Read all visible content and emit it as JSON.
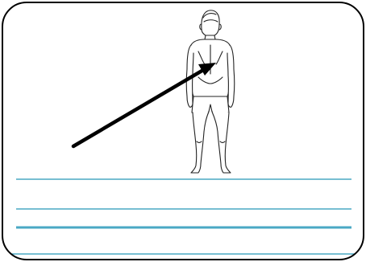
{
  "card": {
    "border_color": "#000000",
    "background": "#ffffff"
  },
  "figure": {
    "subject": "standing-human-back-view",
    "pointer_target": "lower-back",
    "line_color": "#222222",
    "arrow_color": "#000000"
  },
  "writing_lines": {
    "count": 4,
    "color": "#4aa8c4"
  }
}
